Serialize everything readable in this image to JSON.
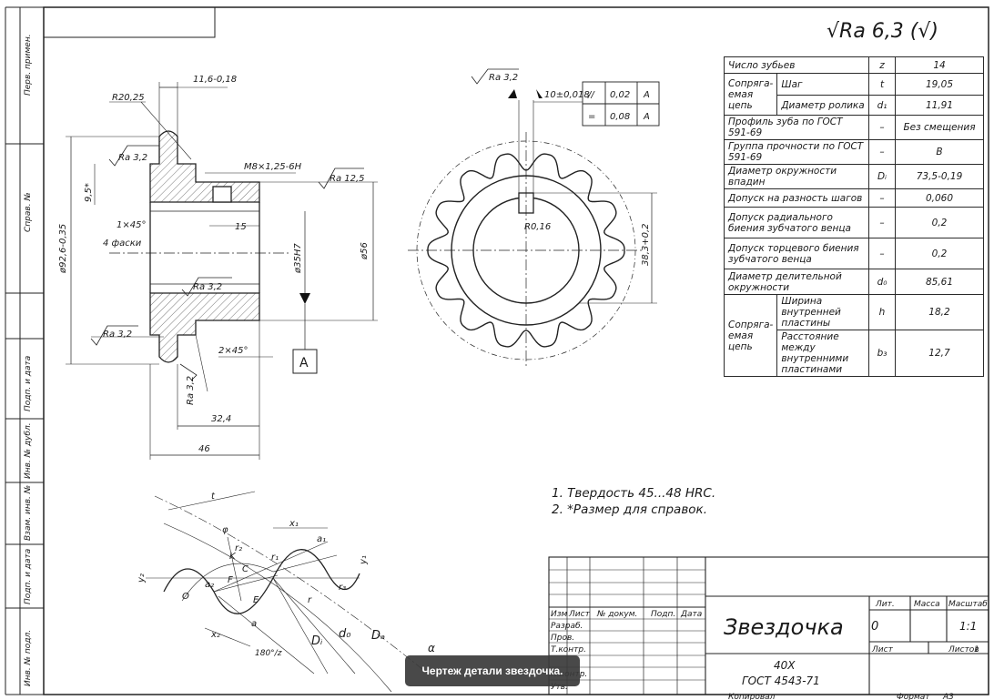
{
  "roughness_general": "Ra 6,3 (√)",
  "notes": [
    "1. Твердость 45...48 HRC.",
    "2. *Размер для справок."
  ],
  "margin_labels": [
    "Перв. примен.",
    "Справ. №",
    "Подп. и дата",
    "Инв. № дубл.",
    "Взам. инв. №",
    "Подп. и дата",
    "Инв. № подл."
  ],
  "section_view": {
    "dimensions": {
      "d_tip": "ø92,6-0,35",
      "d_hub": "ø56",
      "d_bore": "ø35H7",
      "radius": "R20,25",
      "width_top": "11,6-0,18",
      "thread": "M8×1,25-6H",
      "tooth_height": "9,5*",
      "chamfer_hub": "1×45°",
      "chamfer_note": "4 фаски",
      "screw_depth": "15",
      "chamfer_bottom": "2×45°",
      "len_inner": "32,4",
      "len_total": "46",
      "datum": "A"
    },
    "roughness": [
      "Ra 3,2",
      "Ra 3,2",
      "Ra 3,2",
      "Ra 3,2",
      "Ra 12,5"
    ]
  },
  "front_view": {
    "roughness": "Ra 3,2",
    "keyway_width": "10±0,018",
    "tolerances": [
      {
        "symbol": "//",
        "value": "0,02",
        "datum": "A"
      },
      {
        "symbol": "=",
        "value": "0,08",
        "datum": "A"
      }
    ],
    "key_radius": "R0,16",
    "key_depth": "38,3+0,2"
  },
  "params_table": {
    "rows": [
      {
        "group": "",
        "name": "Число зубьев",
        "symbol": "z",
        "value": "14"
      },
      {
        "group": "Сопряга-емая цепь",
        "name": "Шаг",
        "symbol": "t",
        "value": "19,05"
      },
      {
        "group": "",
        "name": "Диаметр ролика",
        "symbol": "d₁",
        "value": "11,91"
      },
      {
        "group": "",
        "name": "Профиль зуба по ГОСТ 591-69",
        "symbol": "–",
        "value": "Без смещения"
      },
      {
        "group": "",
        "name": "Группа прочности по ГОСТ 591-69",
        "symbol": "–",
        "value": "В"
      },
      {
        "group": "",
        "name": "Диаметр окружности впадин",
        "symbol": "Dᵢ",
        "value": "73,5-0,19"
      },
      {
        "group": "",
        "name": "Допуск на разность шагов",
        "symbol": "–",
        "value": "0,060"
      },
      {
        "group": "",
        "name": "Допуск радиального биения зубчатого венца",
        "symbol": "–",
        "value": "0,2"
      },
      {
        "group": "",
        "name": "Допуск торцевого биения зубчатого венца",
        "symbol": "–",
        "value": "0,2"
      },
      {
        "group": "",
        "name": "Диаметр делительной окружности",
        "symbol": "d₀",
        "value": "85,61"
      },
      {
        "group": "Сопряга-емая цепь",
        "name": "Ширина внутренней пластины",
        "symbol": "h",
        "value": "18,2"
      },
      {
        "group": "",
        "name": "Расстояние между внутренними пластинами",
        "symbol": "b₃",
        "value": "12,7"
      }
    ]
  },
  "profile_view": {
    "labels": [
      "t",
      "φ",
      "x₁",
      "a₁",
      "r₂",
      "r₁",
      "K",
      "C",
      "E",
      "F",
      "O",
      "a₂",
      "y₂",
      "y₁",
      "x₂",
      "a",
      "d₀",
      "Dₐ",
      "Dᵢ",
      "180°/z",
      "r",
      "r₃",
      "α"
    ]
  },
  "title_block": {
    "title": "Звездочка",
    "material_line1": "40Х",
    "material_line2": "ГОСТ 4543-71",
    "headers": [
      "Изм",
      "Лист",
      "№ докум.",
      "Подп.",
      "Дата"
    ],
    "roles": [
      "Разраб.",
      "Пров.",
      "Т.контр.",
      "Н.контр.",
      "Утв."
    ],
    "lit_label": "Лит.",
    "mass_label": "Масса",
    "scale_label": "Масштаб",
    "lit_value": "0",
    "scale_value": "1:1",
    "sheet_label": "Лист",
    "sheets_label": "Листов",
    "sheets_value": "1",
    "copied": "Копировал",
    "format_label": "Формат",
    "format_value": "А3"
  },
  "caption": "Чертеж детали звездочка."
}
